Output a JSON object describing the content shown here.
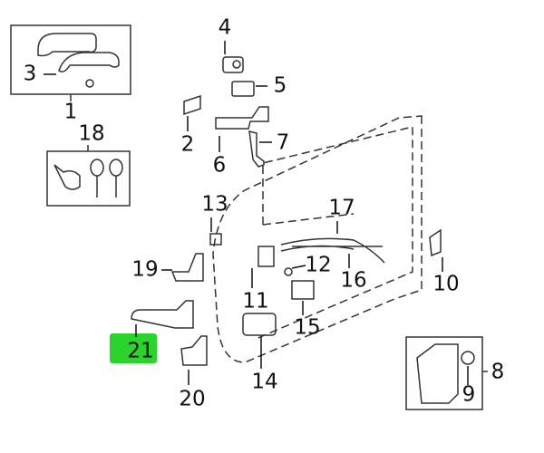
{
  "diagram": {
    "highlight_color": "#2bd42b",
    "callouts": {
      "c1": "1",
      "c2": "2",
      "c3": "3",
      "c4": "4",
      "c5": "5",
      "c6": "6",
      "c7": "7",
      "c8": "8",
      "c9": "9",
      "c10": "10",
      "c11": "11",
      "c12": "12",
      "c13": "13",
      "c14": "14",
      "c15": "15",
      "c16": "16",
      "c17": "17",
      "c18": "18",
      "c19": "19",
      "c20": "20",
      "c21": "21"
    }
  }
}
